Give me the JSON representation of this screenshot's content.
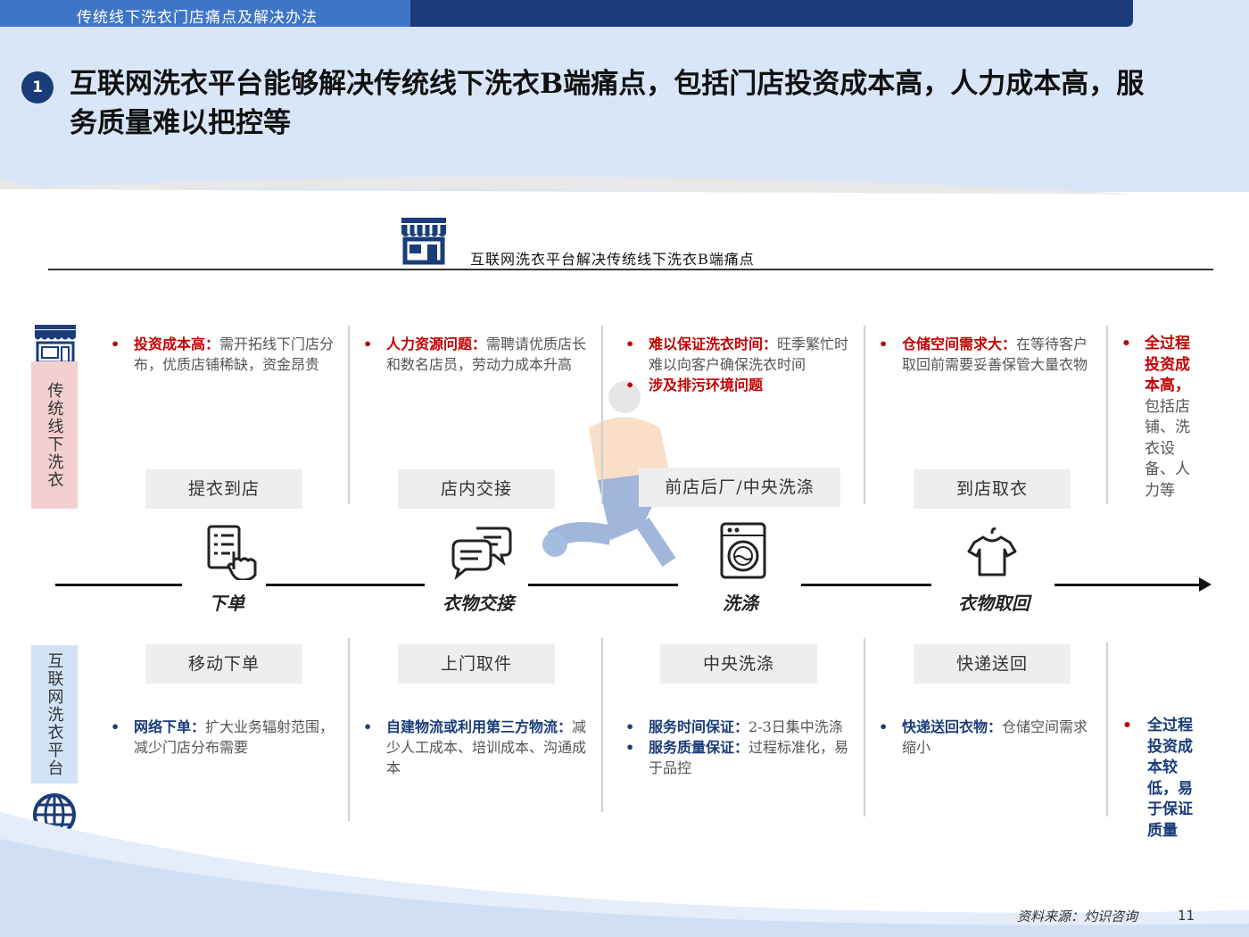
{
  "header": {
    "band_title": "传统线下洗衣门店痛点及解决办法",
    "point_number": "1",
    "headline": "互联网洗衣平台能够解决传统线下洗衣B端痛点，包括门店投资成本高，人力成本高，服务质量难以把控等"
  },
  "section": {
    "title": "互联网洗衣平台解决传统线下洗衣B端痛点",
    "icon": "store-icon"
  },
  "side_labels": {
    "top": "传统线下洗衣",
    "bottom": "互联网洗衣平台",
    "top_icon": "store-icon",
    "bottom_icon": "globe-icon"
  },
  "traditional": [
    {
      "items": [
        {
          "key": "投资成本高：",
          "text": "需开拓线下门店分布，优质店铺稀缺，资金昂贵"
        }
      ],
      "stage": "提衣到店"
    },
    {
      "items": [
        {
          "key": "人力资源问题：",
          "text": "需聘请优质店长和数名店员，劳动力成本升高"
        }
      ],
      "stage": "店内交接"
    },
    {
      "items": [
        {
          "key": "难以保证洗衣时间：",
          "text": "旺季繁忙时难以向客户确保洗衣时间"
        },
        {
          "key": "涉及排污环境问题",
          "text": ""
        }
      ],
      "stage": "前店后厂/中央洗涤"
    },
    {
      "items": [
        {
          "key": "仓储空间需求大：",
          "text": "在等待客户取回前需要妥善保管大量衣物"
        }
      ],
      "stage": "到店取衣"
    },
    {
      "items": [
        {
          "key": "全过程投资成本高，",
          "text": "包括店铺、洗衣设备、人力等"
        }
      ]
    }
  ],
  "steps": [
    {
      "label": "下单",
      "icon": "checklist-hand-icon"
    },
    {
      "label": "衣物交接",
      "icon": "chat-bubbles-icon"
    },
    {
      "label": "洗涤",
      "icon": "washing-machine-icon"
    },
    {
      "label": "衣物取回",
      "icon": "tshirt-hanger-icon"
    }
  ],
  "platform": [
    {
      "stage": "移动下单",
      "items": [
        {
          "key": "网络下单：",
          "text": "扩大业务辐射范围，减少门店分布需要"
        }
      ]
    },
    {
      "stage": "上门取件",
      "items": [
        {
          "key": "自建物流或利用第三方物流：",
          "text": "减少人工成本、培训成本、沟通成本"
        }
      ]
    },
    {
      "stage": "中央洗涤",
      "items": [
        {
          "key": "服务时间保证：",
          "text": "2-3日集中洗涤"
        },
        {
          "key": "服务质量保证：",
          "text": "过程标准化，易于品控"
        }
      ]
    },
    {
      "stage": "快递送回",
      "items": [
        {
          "key": "快递送回衣物：",
          "text": "仓储空间需求缩小"
        }
      ]
    },
    {
      "items": [
        {
          "key": "全过程投资成本较低，易于保证质量",
          "text": ""
        }
      ]
    }
  ],
  "footer": {
    "source": "资料来源：灼识咨询",
    "page": "11"
  },
  "colors": {
    "primary_navy": "#1a3c7a",
    "accent_red": "#c00000",
    "header_band": "#d9e6f8",
    "pink_label": "#f4cfd0",
    "blue_label": "#d3e3f7"
  }
}
